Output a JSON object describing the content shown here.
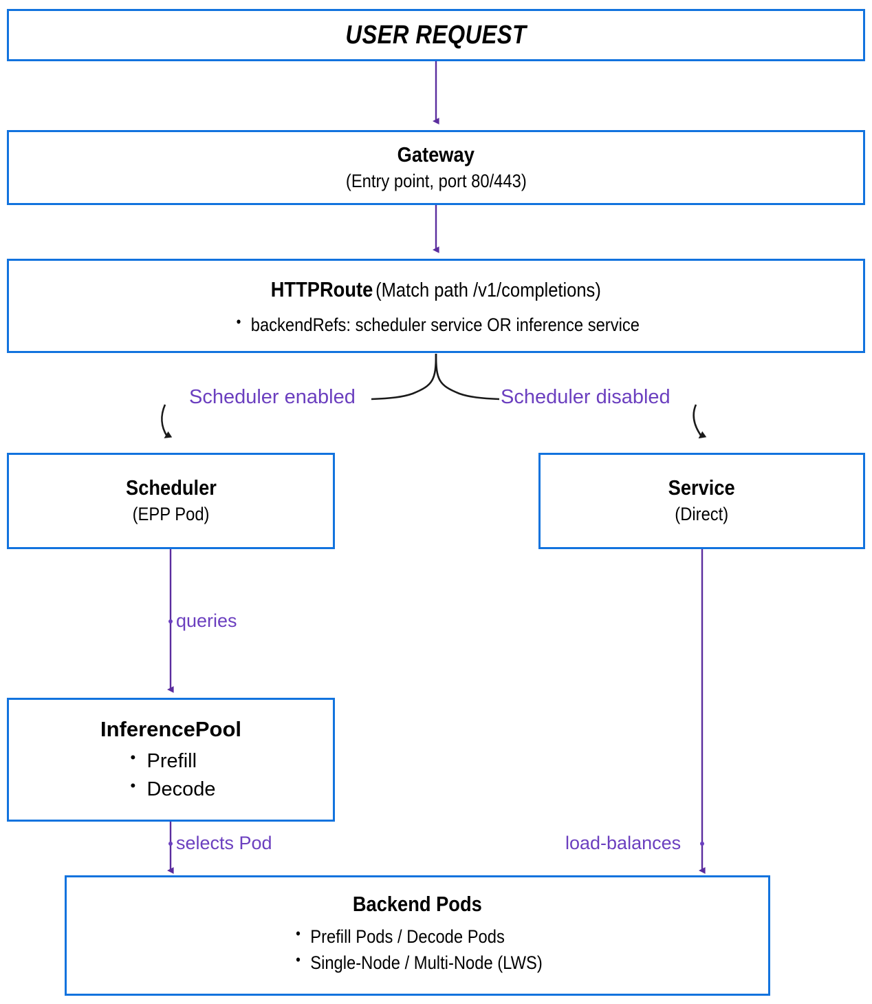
{
  "diagram": {
    "title": "Inference Gateway request routing flow",
    "colors": {
      "node_border": "#1273de",
      "node_fill": "#ffffff",
      "flow_arrow": "#5b2d9e",
      "label_text": "#6b3fbf",
      "branch_arrow": "#1a1a1a",
      "text": "#000000"
    }
  },
  "nodes": {
    "user_request": {
      "label": "USER REQUEST"
    },
    "gateway": {
      "title": "Gateway",
      "subtitle": "(Entry point, port 80/443)"
    },
    "httproute": {
      "title": "HTTPRoute",
      "subtitle": "(Match path /v1/completions)",
      "bullets": [
        "backendRefs: scheduler service OR inference service"
      ]
    },
    "scheduler": {
      "title": "Scheduler",
      "subtitle": "(EPP Pod)"
    },
    "service": {
      "title": "Service",
      "subtitle": "(Direct)"
    },
    "inferencepool": {
      "title": "InferencePool",
      "bullets": [
        "Prefill",
        "Decode"
      ]
    },
    "backend_pods": {
      "title": "Backend Pods",
      "bullets": [
        "Prefill Pods / Decode Pods",
        "Single-Node / Multi-Node (LWS)"
      ]
    }
  },
  "edges": {
    "scheduler_enabled": "Scheduler enabled",
    "scheduler_disabled": "Scheduler disabled",
    "queries": "queries",
    "selects_pod": "selects Pod",
    "load_balances": "load-balances"
  }
}
